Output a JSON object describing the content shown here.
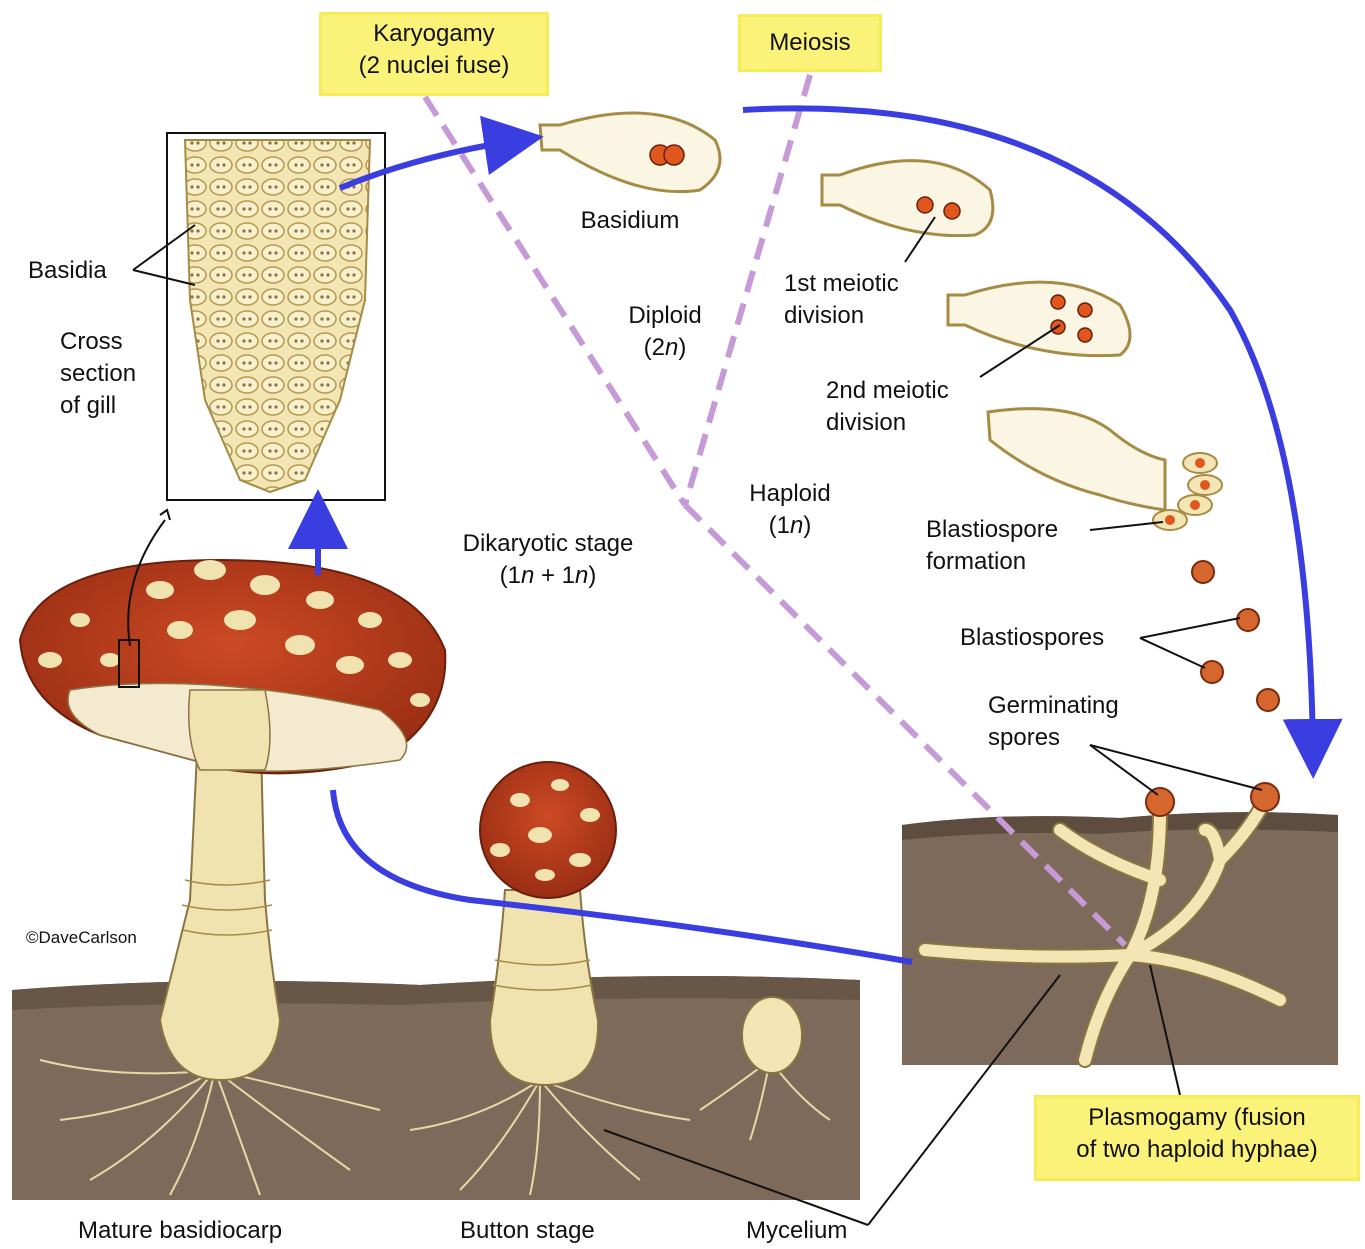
{
  "labels": {
    "karyogamy": [
      "Karyogamy",
      "(2 nuclei fuse)"
    ],
    "meiosis": "Meiosis",
    "basidium": "Basidium",
    "basidia": "Basidia",
    "cross_section": [
      "Cross",
      "section",
      "of gill"
    ],
    "diploid": [
      "Diploid",
      "(2",
      "n",
      ")"
    ],
    "first_meiotic": [
      "1st meiotic",
      "division"
    ],
    "second_meiotic": [
      "2nd meiotic",
      "division"
    ],
    "haploid": [
      "Haploid",
      "(1",
      "n",
      ")"
    ],
    "dikaryotic": [
      "Dikaryotic stage",
      "(1",
      "n",
      " + 1",
      "n",
      ")"
    ],
    "blastiospore_formation": [
      "Blastiospore",
      "formation"
    ],
    "blastiospores": "Blastiospores",
    "germinating_spores": [
      "Germinating",
      "spores"
    ],
    "copyright": "©DaveCarlson",
    "plasmogamy": [
      "Plasmogamy (fusion",
      "of two haploid hyphae)"
    ],
    "mature_basidiocarp": "Mature basidiocarp",
    "button_stage": "Button stage",
    "mycelium": "Mycelium"
  },
  "colors": {
    "arrow_blue": "#3a3de0",
    "dashed_purple": "#c69ad6",
    "highlight_yellow": "#fbf27a",
    "cap_red": "#b83a1c",
    "soil_brown": "#7d6a5a",
    "stalk_cream": "#f1e3b0",
    "nucleus_orange": "#e0571e"
  }
}
